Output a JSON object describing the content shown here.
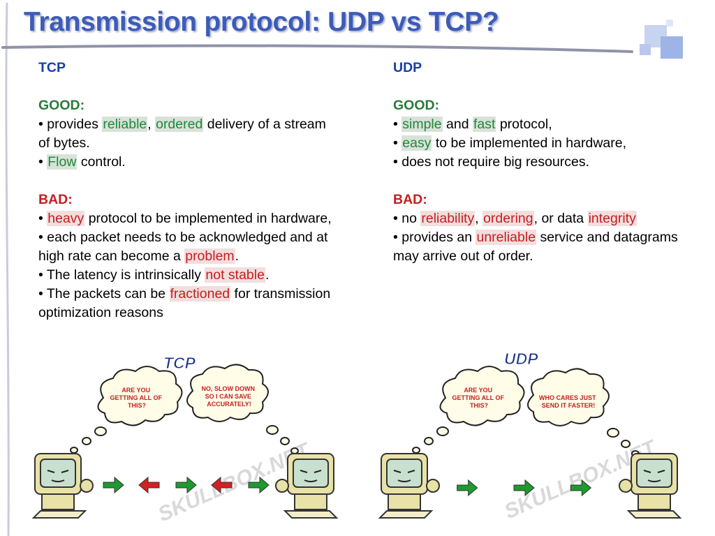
{
  "title": "Transmission protocol: UDP vs TCP?",
  "tcp": {
    "heading": "TCP",
    "good_label": "GOOD:",
    "good": {
      "b1_pre": "• provides ",
      "b1_h1": "reliable",
      "b1_sep": ", ",
      "b1_h2": "ordered",
      "b1_post": " delivery of a stream of bytes.",
      "b2_pre": "• ",
      "b2_h": "Flow",
      "b2_post": " control."
    },
    "bad_label": "BAD:",
    "bad": {
      "b1_pre": "• ",
      "b1_h": "heavy",
      "b1_post": " protocol to be implemented in hardware,",
      "b2_pre": "• each packet needs to be acknowledged and at high rate can become a ",
      "b2_h": "problem",
      "b2_post": ".",
      "b3_pre": "• The latency is intrinsically ",
      "b3_h": "not stable",
      "b3_post": ".",
      "b4_pre": "• The packets can be ",
      "b4_h": "fractioned",
      "b4_post": " for transmission optimization reasons"
    }
  },
  "udp": {
    "heading": "UDP",
    "good_label": "GOOD:",
    "good": {
      "b1_pre": "• ",
      "b1_h1": "simple",
      "b1_mid": " and ",
      "b1_h2": "fast",
      "b1_post": " protocol,",
      "b2_pre": "• ",
      "b2_h": "easy",
      "b2_post": " to be implemented in hardware,",
      "b3": "• does not require big resources."
    },
    "bad_label": "BAD:",
    "bad": {
      "b1_pre": "• no ",
      "b1_h1": "reliability",
      "b1_sep1": ", ",
      "b1_h2": "ordering",
      "b1_mid": ", or data ",
      "b1_h3": "integrity",
      "b2_pre": "• provides an ",
      "b2_h": "unreliable",
      "b2_post": " service and datagrams may arrive out of order."
    }
  },
  "cartoon_tcp": {
    "label": "TCP",
    "cloud_left": [
      "ARE YOU",
      "GETTING ALL OF",
      "THIS?"
    ],
    "cloud_right": [
      "NO, SLOW DOWN",
      "SO I CAN SAVE",
      "ACCURATELY!"
    ],
    "watermark": "SKULLBOX.NET",
    "arrows": [
      "right",
      "left",
      "right",
      "left",
      "right"
    ]
  },
  "cartoon_udp": {
    "label": "UDP",
    "cloud_left": [
      "ARE YOU",
      "GETTING ALL OF",
      "THIS?"
    ],
    "cloud_right": [
      "WHO CARES JUST",
      "SEND IT FASTER!"
    ],
    "watermark": "SKULLBOX.NET",
    "arrows": [
      "right",
      "right",
      "right"
    ]
  },
  "colors": {
    "title": "#3d5bb8",
    "heading": "#1a3fa3",
    "good": "#2a7a3a",
    "bad": "#c41e1e",
    "highlight_green": "#1c8a3a",
    "highlight_red": "#c41e1e",
    "arrow_green": "#1e9a2e",
    "arrow_red": "#d42020"
  },
  "icons": [
    "decorative-squares-icon",
    "computer-face-icon",
    "thought-cloud-icon",
    "arrow-right-icon",
    "arrow-left-icon"
  ]
}
